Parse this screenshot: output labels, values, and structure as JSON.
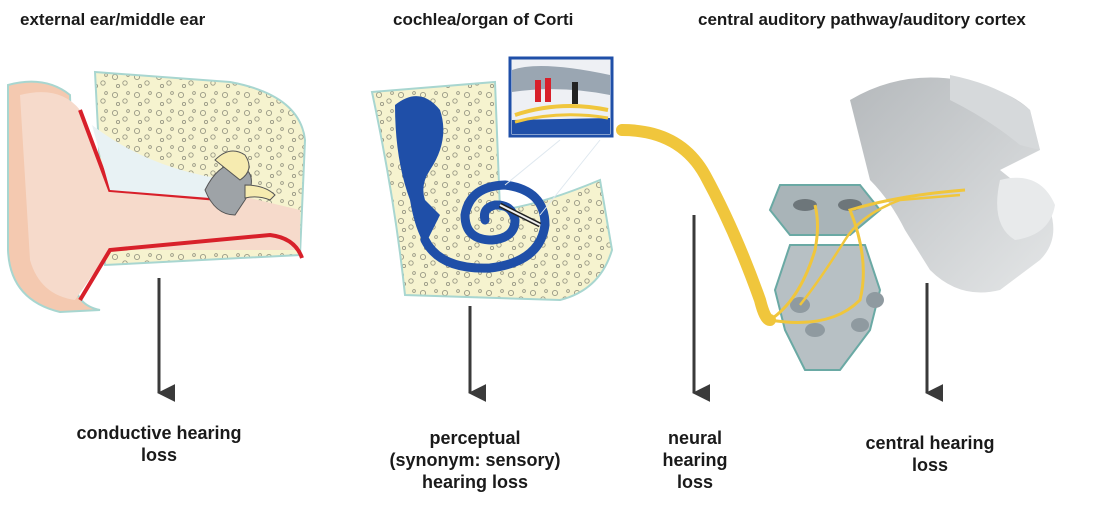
{
  "regions": {
    "outer": {
      "title": "external ear/middle ear",
      "result": [
        "conductive hearing",
        "loss"
      ]
    },
    "cochlea": {
      "title": "cochlea/organ of Corti",
      "result": [
        "perceptual",
        "(synonym: sensory)",
        "hearing loss"
      ]
    },
    "neural": {
      "result": [
        "neural",
        "hearing",
        "loss"
      ]
    },
    "central": {
      "title": "central auditory pathway/auditory cortex",
      "result": [
        "central hearing",
        "loss"
      ]
    }
  },
  "colors": {
    "bone": "#f6f3cf",
    "cochlea_blue": "#1f4fa8",
    "nerve_yellow": "#f0c63c",
    "vessel_red": "#d8202a",
    "skin": "#f4c9b0",
    "brain_gray": "#c8cbcd",
    "arrow": "#3a3a3a"
  }
}
